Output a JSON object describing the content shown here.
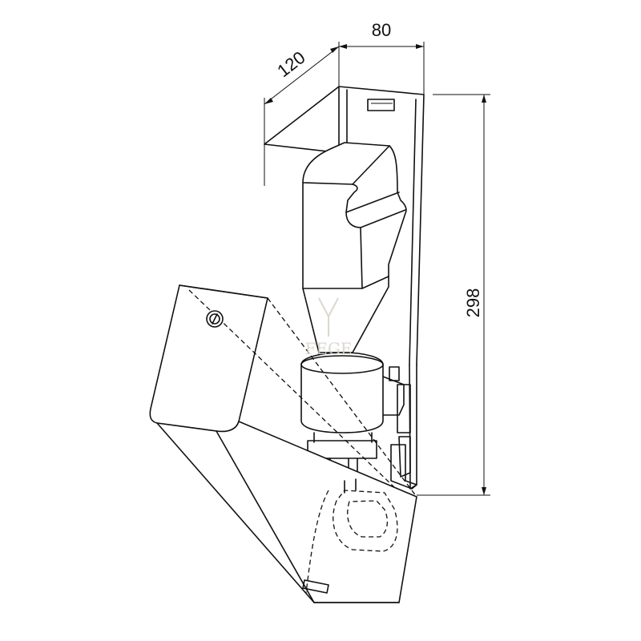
{
  "dimensions": {
    "width": "80",
    "depth": "120",
    "height": "298"
  },
  "watermark": {
    "text": "FEGE"
  }
}
